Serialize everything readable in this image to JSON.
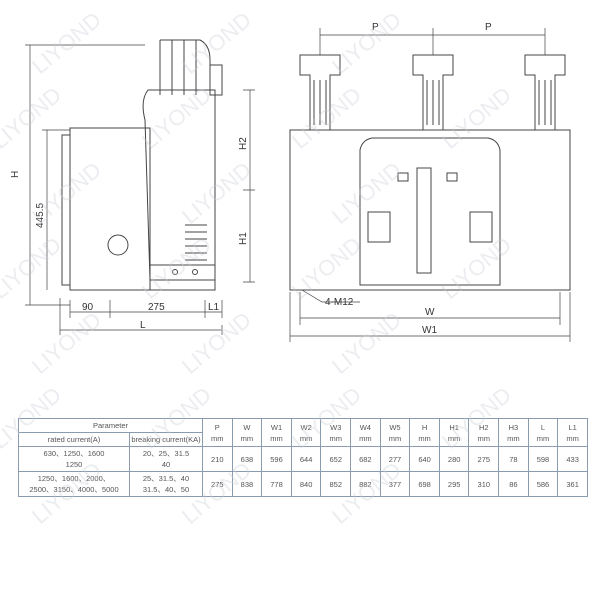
{
  "drawing": {
    "side_view_labels": {
      "H": "H",
      "h_445": "445.5",
      "H2": "H2",
      "H1": "H1",
      "d90": "90",
      "d275": "275",
      "L1": "L1",
      "L": "L"
    },
    "front_view_labels": {
      "P_left": "P",
      "P_right": "P",
      "bolt": "4-M12",
      "W": "W",
      "W1": "W1"
    }
  },
  "watermark": "LIYOND",
  "table": {
    "parameter_header": "Parameter",
    "sub_headers": [
      "rated current(A)",
      "breaking current(KA)"
    ],
    "columns": [
      "P",
      "W",
      "W1",
      "W2",
      "W3",
      "W4",
      "W5",
      "H",
      "H1",
      "H2",
      "H3",
      "L",
      "L1"
    ],
    "unit": "mm",
    "rows": [
      {
        "rated_current": [
          "630、1250、1600",
          "1250"
        ],
        "breaking_current": [
          "20、25、31.5",
          "40"
        ],
        "values": [
          "210",
          "638",
          "596",
          "644",
          "652",
          "682",
          "277",
          "640",
          "280",
          "275",
          "78",
          "598",
          "433"
        ]
      },
      {
        "rated_current": [
          "1250、1600、2000、",
          "2500、3150、4000、5000"
        ],
        "breaking_current": [
          "25、31.5、40",
          "31.5、40、50"
        ],
        "values": [
          "275",
          "838",
          "778",
          "840",
          "852",
          "882",
          "377",
          "698",
          "295",
          "310",
          "86",
          "586",
          "361"
        ]
      }
    ]
  }
}
